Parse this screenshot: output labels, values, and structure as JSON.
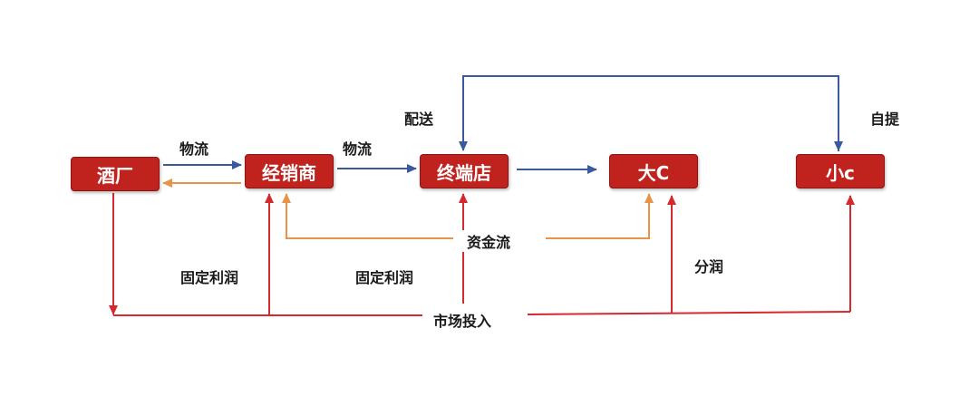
{
  "nodes": {
    "jiuchang": "酒厂",
    "jingxiaoshang": "经销商",
    "zhongduandian": "终端店",
    "dac": "大C",
    "xiaoc": "小c"
  },
  "labels": {
    "wuliu_1": "物流",
    "wuliu_2": "物流",
    "peisong": "配送",
    "ziti": "自提",
    "zijinliu": "资金流",
    "guding_lirun_1": "固定利润",
    "guding_lirun_2": "固定利润",
    "fenrun": "分润",
    "shichang_touru": "市场投入"
  },
  "colors": {
    "node_fill": "#c0221d",
    "node_text": "#ffffff",
    "logistics_arrow": "#3a5aa0",
    "capital_arrow": "#e8924a",
    "market_arrow": "#d42a2f"
  }
}
